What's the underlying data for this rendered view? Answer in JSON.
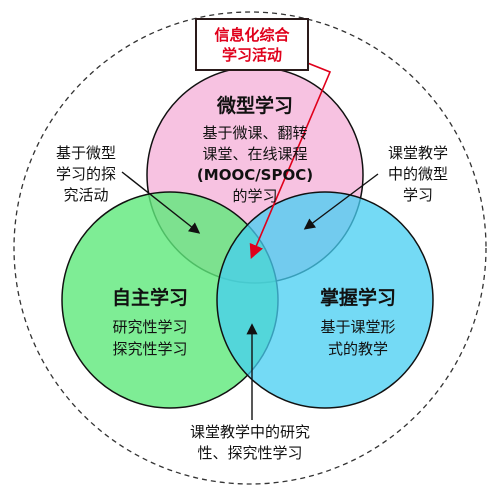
{
  "title": {
    "line1": "信息化综合",
    "line2": "学习活动"
  },
  "circles": {
    "micro": {
      "title": "微型学习",
      "lines": [
        "基于微课、翻转",
        "课堂、在线课程",
        "(MOOC/SPOC)",
        "的学习"
      ],
      "fill": "#f6b7dc"
    },
    "autonomous": {
      "title": "自主学习",
      "lines": [
        "研究性学习",
        "探究性学习"
      ],
      "fill": "#5ee87a"
    },
    "mastery": {
      "title": "掌握学习",
      "lines": [
        "基于课堂形",
        "式的教学"
      ],
      "fill": "#46cdf2"
    }
  },
  "callouts": {
    "left": [
      "基于微型",
      "学习的探",
      "究活动"
    ],
    "right": [
      "课堂教学",
      "中的微型",
      "学习"
    ],
    "bottom": [
      "课堂教学中的研究",
      "性、探究性学习"
    ]
  },
  "colors": {
    "accent_red": "#e0001b",
    "outline": "#222222",
    "dashed_circle": "#333333"
  }
}
